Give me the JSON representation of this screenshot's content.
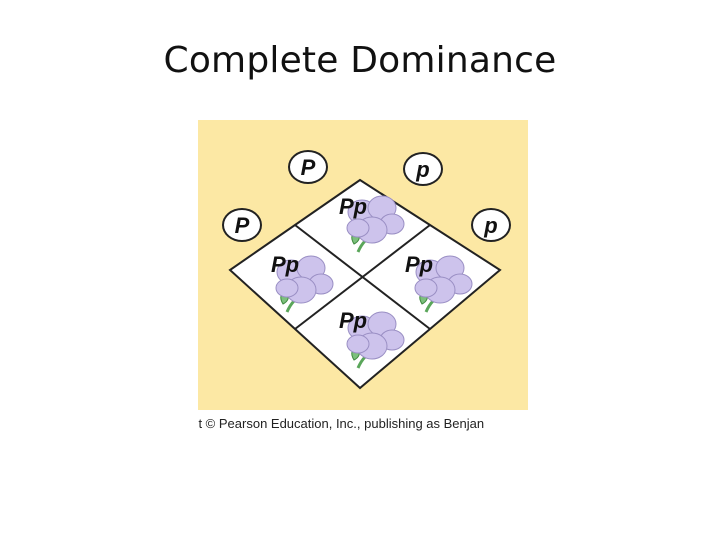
{
  "slide": {
    "title": "Complete Dominance"
  },
  "punnett": {
    "top_gametes": [
      "P",
      "p"
    ],
    "side_gametes": [
      "P",
      "p"
    ],
    "offspring": [
      "Pp",
      "Pp",
      "Pp",
      "Pp"
    ],
    "flower_color": "#cdc3ec",
    "background_color": "#fce8a4"
  },
  "figure": {
    "copyright": "ght © Pearson Education, Inc., publishing as Benjan"
  }
}
